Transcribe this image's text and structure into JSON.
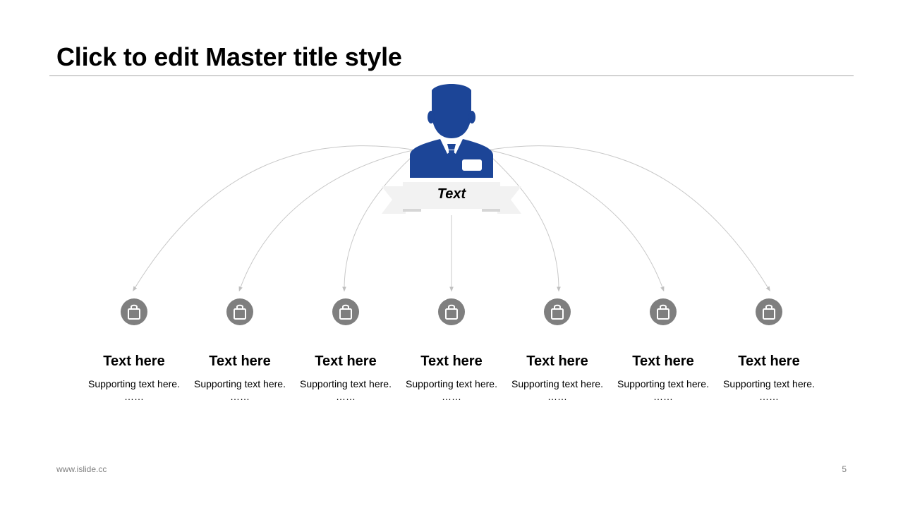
{
  "slide": {
    "title": "Click to edit Master title style",
    "center_label": "Text",
    "footer_left": "www.islide.cc",
    "page_number": "5"
  },
  "colors": {
    "accent": "#1c4597",
    "icon_circle": "#7f7f7f",
    "ribbon": "#f2f2f2",
    "connector": "#c8c8c8"
  },
  "icons": {
    "center": "person-with-badge-icon",
    "items": "shopping-bag-icon"
  },
  "items": [
    {
      "label": "Text here",
      "support": "Supporting text here.",
      "dots": "……"
    },
    {
      "label": "Text here",
      "support": "Supporting text here.",
      "dots": "……"
    },
    {
      "label": "Text here",
      "support": "Supporting text here.",
      "dots": "……"
    },
    {
      "label": "Text here",
      "support": "Supporting text here.",
      "dots": "……"
    },
    {
      "label": "Text here",
      "support": "Supporting text here.",
      "dots": "……"
    },
    {
      "label": "Text here",
      "support": "Supporting text here.",
      "dots": "……"
    },
    {
      "label": "Text here",
      "support": "Supporting text here.",
      "dots": "……"
    }
  ]
}
